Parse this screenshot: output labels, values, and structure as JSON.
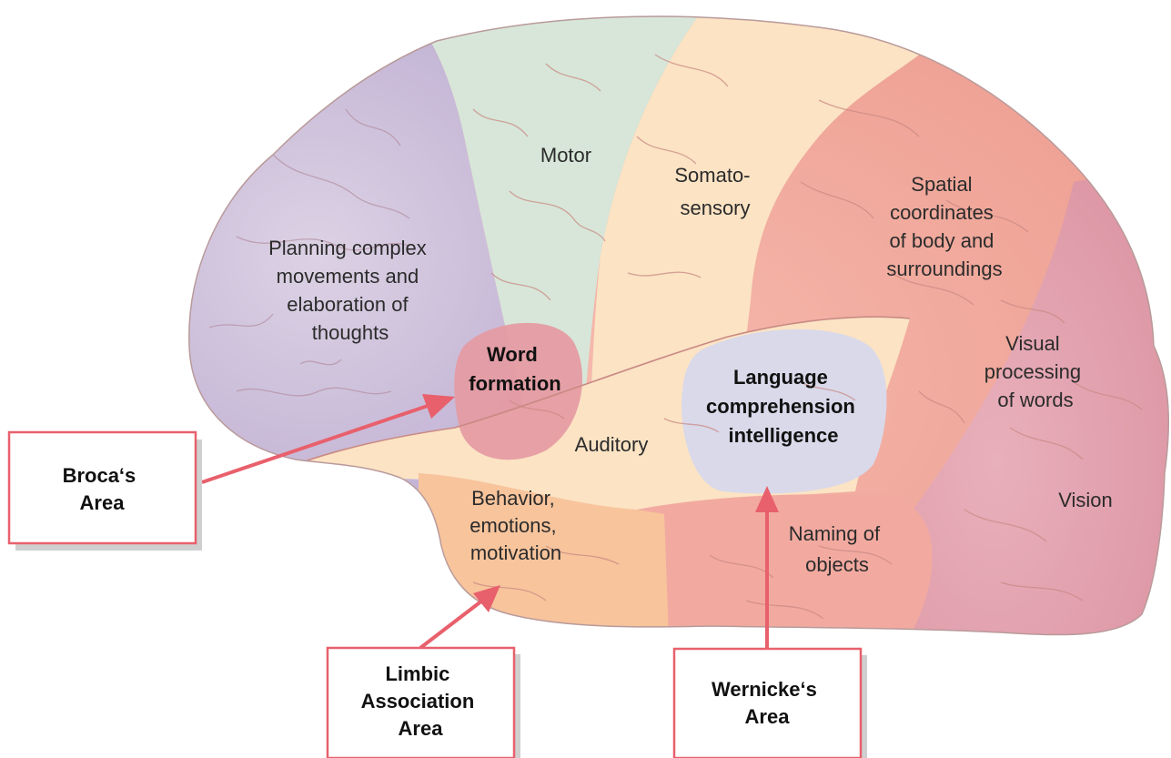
{
  "regions": {
    "motor": [
      "Motor"
    ],
    "somato": [
      "Somato-",
      "sensory"
    ],
    "planning": [
      "Planning complex",
      "movements and",
      "elaboration of",
      "thoughts"
    ],
    "spatial": [
      "Spatial",
      "coordinates",
      "of body and",
      "surroundings"
    ],
    "word_formation": [
      "Word",
      "formation"
    ],
    "language": [
      "Language",
      "comprehension",
      "intelligence"
    ],
    "visual_words": [
      "Visual",
      "processing",
      "of words"
    ],
    "auditory": [
      "Auditory"
    ],
    "behavior": [
      "Behavior,",
      "emotions,",
      "motivation"
    ],
    "vision": [
      "Vision"
    ],
    "naming": [
      "Naming of",
      "objects"
    ]
  },
  "callouts": {
    "broca": [
      "Broca‘s",
      "Area"
    ],
    "limbic": [
      "Limbic",
      "Association",
      "Area"
    ],
    "wernicke": [
      "Wernicke‘s",
      "Area"
    ]
  },
  "colors": {
    "frontal_purple": "#c6b7d6",
    "motor_green": "#d7e6d8",
    "sensory_peach": "#fbe3c4",
    "parietal_salmon": "#f2aaa0",
    "occipital_pink": "#e3a3b0",
    "temporal_peach": "#fad7b4",
    "limbic_orange": "#f7c49c",
    "broca_pink": "#e59aa2",
    "wernicke_lavender": "#d9d9ea",
    "arrow_red": "#e8606c"
  }
}
